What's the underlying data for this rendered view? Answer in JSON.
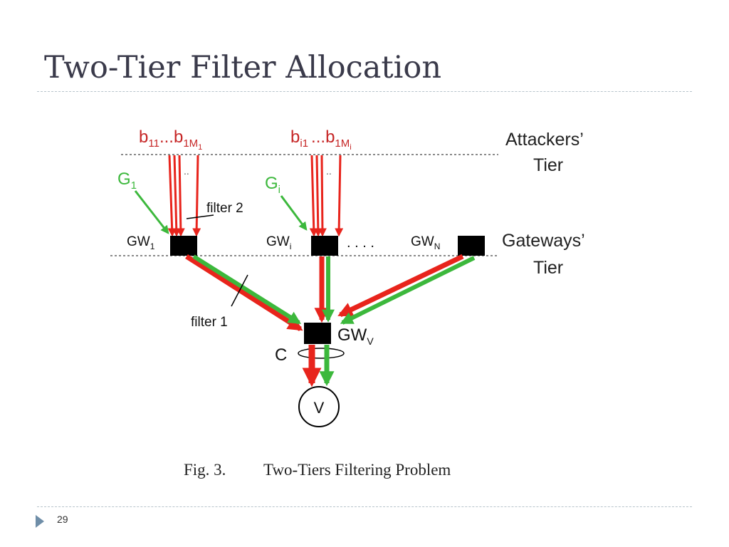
{
  "slide": {
    "title": "Two-Tier Filter Allocation",
    "page_number": "29"
  },
  "diagram": {
    "attackers_tier": [
      "Attackers’",
      "Tier"
    ],
    "gateways_tier": [
      "Gateways’",
      "Tier"
    ],
    "attackers_left": {
      "base": "b",
      "first_sub": "11",
      "dots": "...",
      "last_sub": "1M",
      "last_subsub": "1"
    },
    "attackers_mid": {
      "base": "b",
      "first_sub": "i1",
      "dots": "...",
      "last_sub": "1M",
      "last_subsub": "i"
    },
    "good_left": {
      "base": "G",
      "sub": "1"
    },
    "good_mid": {
      "base": "G",
      "sub": "i"
    },
    "gw_left": {
      "base": "GW",
      "sub": "1"
    },
    "gw_mid": {
      "base": "GW",
      "sub": "i"
    },
    "gw_right": {
      "base": "GW",
      "sub": "N"
    },
    "gw_victim": {
      "base": "GW",
      "sub": "V"
    },
    "gw_ellipsis": ". . . .",
    "small_dots": "..",
    "filter1": "filter 1",
    "filter2": "filter 2",
    "capacity": "C",
    "victim": "V",
    "caption_fig": "Fig. 3.",
    "caption_text": "Two-Tiers Filtering Problem",
    "colors": {
      "attack": "#e8241c",
      "legit": "#3cb83c",
      "node": "#000000"
    }
  }
}
